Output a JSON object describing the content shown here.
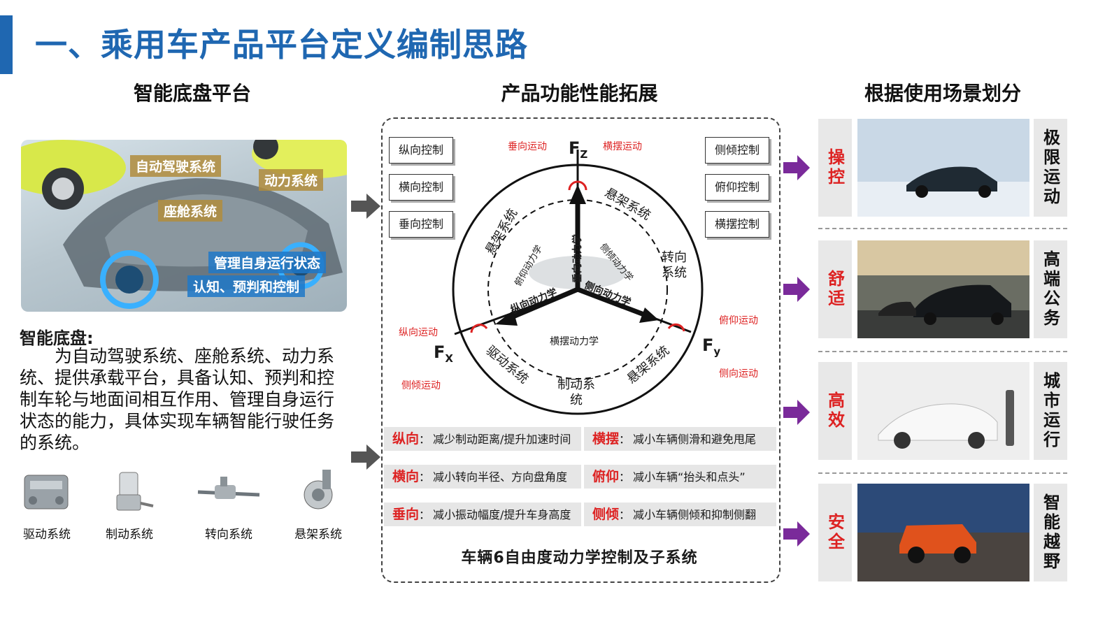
{
  "header": {
    "title": "一、乘用车产品平台定义编制思路"
  },
  "sections": {
    "left": "智能底盘平台",
    "center": "产品功能性能拓展",
    "right": "根据使用场景划分"
  },
  "hero_labels": [
    "自动驾驶系统",
    "动力系统",
    "座舱系统",
    "管理自身运行状态",
    "认知、预判和控制"
  ],
  "left_heading": "智能底盘:",
  "left_desc": "为自动驾驶系统、座舱系统、动力系统、提供承载平台，具备认知、预判和控制车轮与地面间相互作用、管理自身运行状态的能力，具体实现车辆智能行驶任务的系统。",
  "systems": [
    "驱动系统",
    "制动系统",
    "转向系统",
    "悬架系统"
  ],
  "controls_left": [
    "纵向控制",
    "横向控制",
    "垂向控制"
  ],
  "controls_right": [
    "侧倾控制",
    "俯仰控制",
    "横摆控制"
  ],
  "motions": {
    "vertical": "垂向运动",
    "yaw": "横摆运动",
    "longitudinal": "纵向运动",
    "roll_left": "侧倾运动",
    "pitch": "俯仰运动",
    "lateral": "侧向运动"
  },
  "forces": {
    "fz": "F",
    "fz_sub": "Z",
    "fx": "F",
    "fx_sub": "X",
    "fy": "F",
    "fy_sub": "y"
  },
  "ring_labels": [
    "悬架系统",
    "转向系统",
    "悬架系统",
    "制动系统",
    "驱动系统",
    "悬架系统"
  ],
  "ring_labels_display": {
    "top_right": "悬架系统",
    "right": "转向系统",
    "bottom_right": "悬架系统",
    "bottom": "制动系统",
    "bottom_left": "驱动系统",
    "top_left": "悬架系统"
  },
  "inner_labels": {
    "vertical": "垂向动力学",
    "pitch": "俯仰动力学",
    "roll": "侧倾动力学",
    "lateral": "侧向动力学",
    "longitudinal": "纵向动力学",
    "yaw": "横摆动力学"
  },
  "info_rows": [
    {
      "k1": "纵向",
      "v1": "减少制动距离/提升加速时间",
      "k2": "横摆",
      "v2": "减小车辆侧滑和避免甩尾"
    },
    {
      "k1": "横向",
      "v1": "减小转向半径、方向盘角度",
      "k2": "俯仰",
      "v2": "减小车辆“抬头和点头”"
    },
    {
      "k1": "垂向",
      "v1": "减小振动幅度/提升车身高度",
      "k2": "侧倾",
      "v2": "减小车辆侧倾和抑制侧翻"
    }
  ],
  "info_sep": "：",
  "center_caption": "车辆6自由度动力学控制及子系统",
  "scenes": [
    {
      "category": "操控",
      "name": "极限运动"
    },
    {
      "category": "舒适",
      "name": "高端公务"
    },
    {
      "category": "高效",
      "name": "城市运行"
    },
    {
      "category": "安全",
      "name": "智能越野"
    }
  ],
  "colors": {
    "accent": "#1f67b1",
    "red": "#dd2222",
    "purple": "#7a2a9a",
    "grey_arrow": "#555555"
  }
}
